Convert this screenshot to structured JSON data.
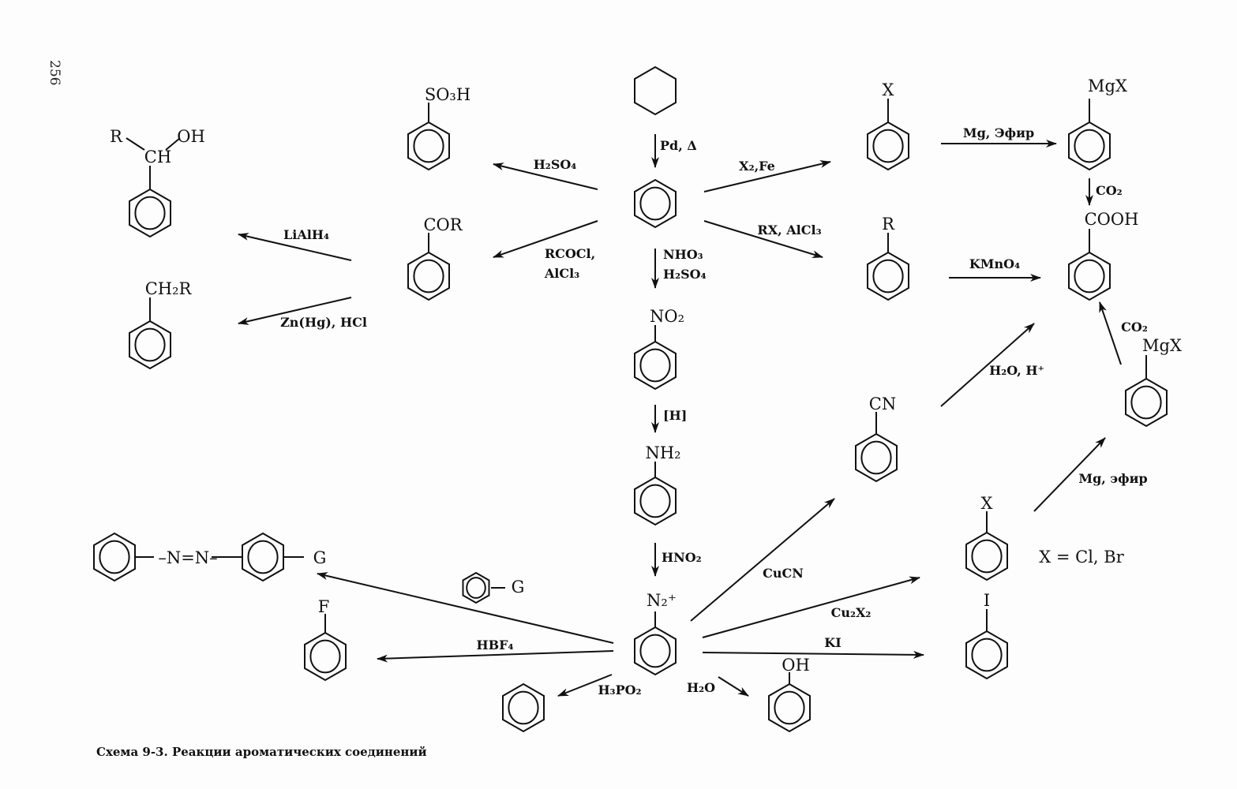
{
  "page_number": "256",
  "caption": "Схема 9-3. Реакции ароматических соединений",
  "substituents": {
    "so3h": "SO₃H",
    "cor": "COR",
    "r_alcohol": "R",
    "oh_alcohol": "OH",
    "ch_alcohol": "CH",
    "ch2r": "CH₂R",
    "no2": "NO₂",
    "nh2": "NH₂",
    "n2plus": "N₂⁺",
    "x_top": "X",
    "r_alkyl": "R",
    "mgx_top": "MgX",
    "cooh": "COOH",
    "cn": "CN",
    "mgx_lower": "MgX",
    "x_lower": "X",
    "x_definition": "X = Cl, Br",
    "iodo": "I",
    "phenol_oh": "OH",
    "fluoro": "F",
    "azo_nn": "–N=N–",
    "azo_g": "G",
    "reagent_g": "G"
  },
  "reagents": {
    "pd": "Pd, Δ",
    "h2so4": "H₂SO₄",
    "rcocl_1": "RCOCl,",
    "rcocl_2": "AlCl₃",
    "nitration_1": "NHO₃",
    "nitration_2": "H₂SO₄",
    "x2fe": "X₂,Fe",
    "rx_alcl3": "RX, AlCl₃",
    "mg_ether_top": "Mg, Эфир",
    "co2_top": "CO₂",
    "kmno4": "KMnO₄",
    "lialh4": "LiAlH₄",
    "clemmensen": "Zn(Hg), HCl",
    "reduction": "[H]",
    "hno2": "HNO₂",
    "hydrolysis": "H₂O, H⁺",
    "co2_lower": "CO₂",
    "mg_ether_lower": "Mg, эфир",
    "cucn": "CuCN",
    "cu2x2": "Cu₂X₂",
    "ki": "KI",
    "hbf4": "HBF₄",
    "h3po2": "H₃PO₂",
    "h2o": "H₂O"
  }
}
